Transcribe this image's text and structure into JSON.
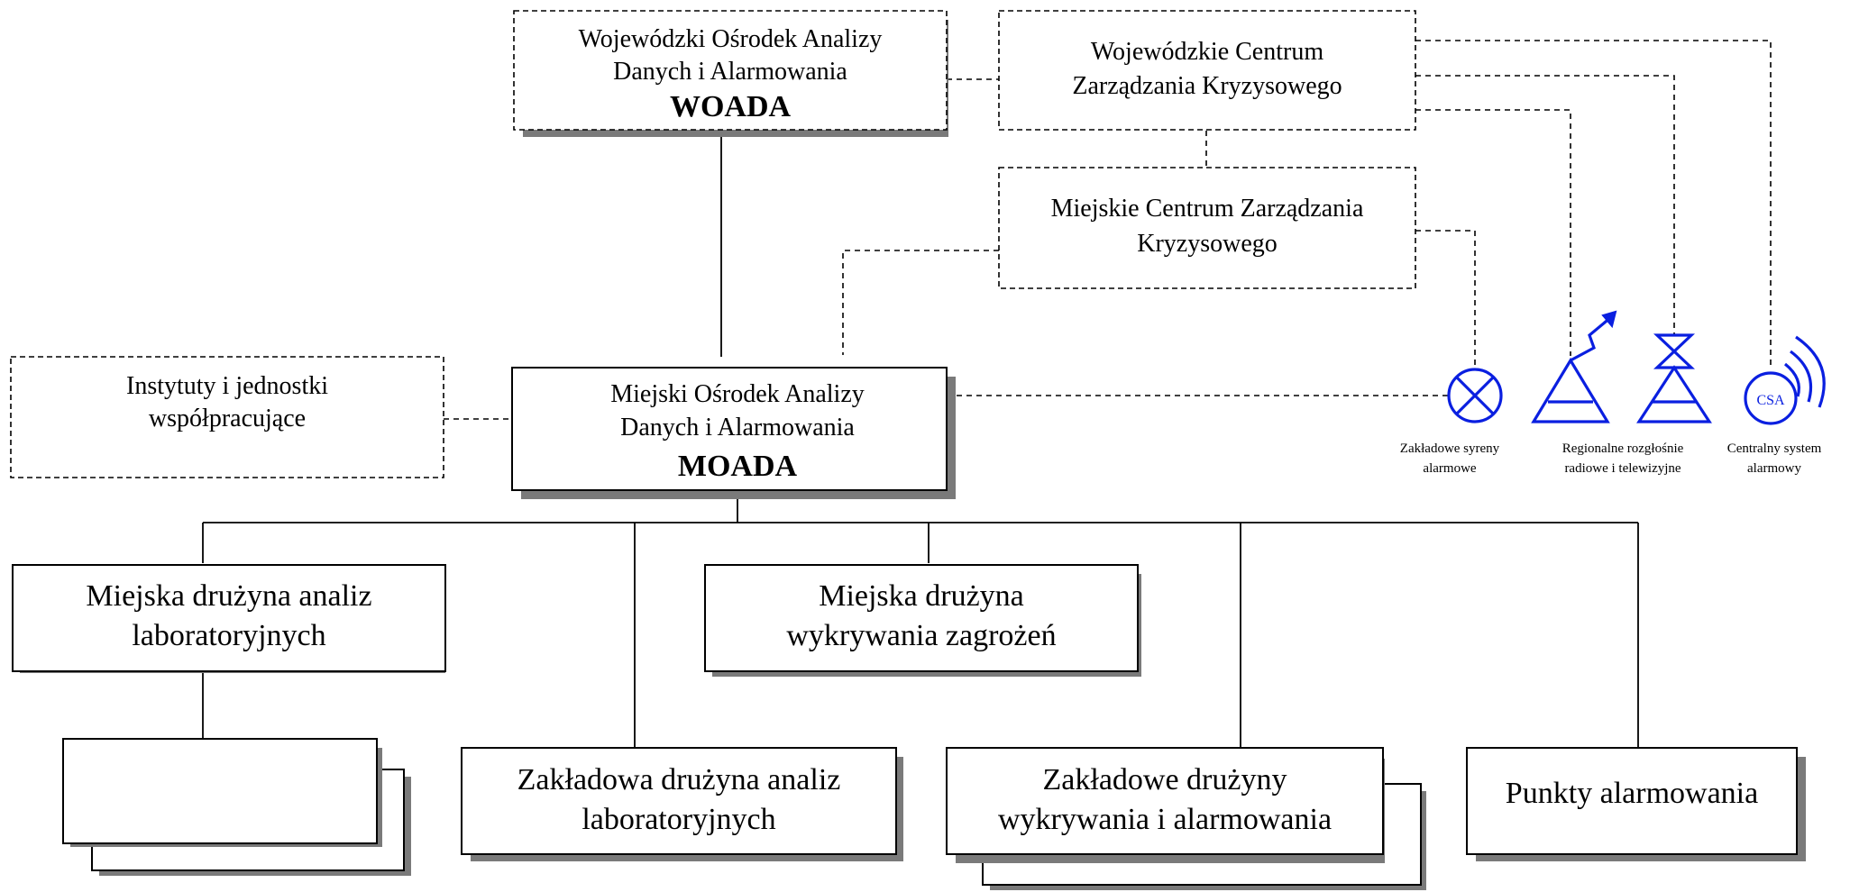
{
  "nodes": {
    "woada": {
      "line1": "Wojewódzki Ośrodek Analizy",
      "line2": "Danych i Alarmowania",
      "acronym": "WOADA"
    },
    "wczk": {
      "line1": "Wojewódzkie Centrum",
      "line2": "Zarządzania Kryzysowego"
    },
    "mczk": {
      "line1": "Miejskie Centrum Zarządzania",
      "line2": "Kryzysowego"
    },
    "instytuty": {
      "line1": "Instytuty i jednostki",
      "line2": "współpracujące"
    },
    "moada": {
      "line1": "Miejski Ośrodek Analizy",
      "line2": "Danych i Alarmowania",
      "acronym": "MOADA"
    },
    "mdal": {
      "line1": "Miejska drużyna analiz",
      "line2": "laboratoryjnych"
    },
    "mdwz": {
      "line1": "Miejska drużyna",
      "line2": "wykrywania zagrożeń"
    },
    "zdal": {
      "line1": "Zakładowa drużyna analiz",
      "line2": "laboratoryjnych"
    },
    "zdwa": {
      "line1": "Zakładowe drużyny",
      "line2": "wykrywania i alarmowania"
    },
    "punkty": {
      "line1": "Punkty alarmowania"
    }
  },
  "symbols": {
    "syreny": {
      "line1": "Zakładowe syreny",
      "line2": "alarmowe",
      "icon": "siren-icon"
    },
    "rozglosnie": {
      "line1": "Regionalne rozgłośnie",
      "line2": "radiowe i telewizyjne",
      "icon": "broadcast-antenna-icon"
    },
    "csa": {
      "badge": "CSA",
      "line1": "Centralny system",
      "line2": "alarmowy",
      "icon": "signal-waves-icon"
    }
  },
  "colors": {
    "symbol": "#0a1fe0",
    "shadow": "#7a7a7a",
    "stroke": "#000000"
  }
}
